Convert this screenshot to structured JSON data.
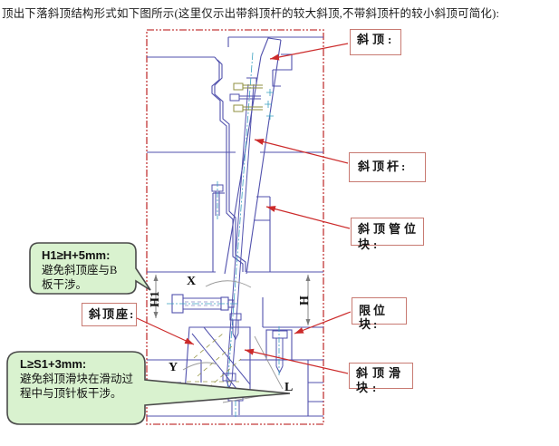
{
  "intro": "顶出下落斜顶结构形式如下图所示(这里仅示出带斜顶杆的较大斜顶,不带斜顶杆的较小斜顶可简化):",
  "boxes": {
    "lifter": "斜顶:",
    "lifter_rod": "斜顶杆:",
    "guide_block": "斜顶管位块:",
    "limit_block": "限位块:",
    "slide_block": "斜顶滑块:",
    "lifter_seat": "斜顶座:"
  },
  "callouts": {
    "c1_title": "H1≥H+5mm:",
    "c1_body": "避免斜顶座与B板干涉。",
    "c2_title": "L≥S1+3mm:",
    "c2_body": "避免斜顶滑块在滑动过程中与顶针板干涉。"
  },
  "dims": {
    "x": "X",
    "y": "Y",
    "l": "L",
    "h": "H",
    "h1": "H1"
  },
  "colors": {
    "frame_red": "#cd5c5c",
    "arrow_red": "#cc2a2a",
    "box_border_red": "#c87a72",
    "line_blue": "#5151ad",
    "centerline_cyan": "#3aa0c0",
    "screw_olive": "#8f8f3f",
    "callout_green_fill": "#d9f2cf",
    "callout_border": "#4a4a4a"
  }
}
